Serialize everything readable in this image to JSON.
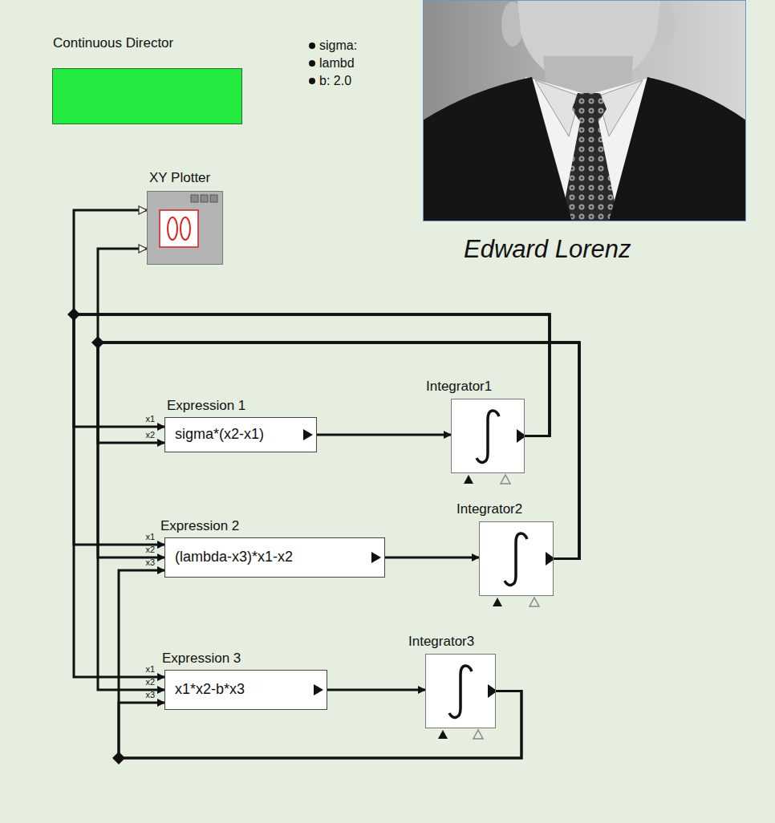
{
  "diagram": {
    "nodes": [
      {
        "text": [
          "Continuous Director"
        ]
      },
      {
        "text": [
          "Edward Lorenz"
        ]
      },
      {
        "text": [
          "XY Plotter"
        ]
      },
      {
        "text": [
          "Expression 1",
          "sigma*(x2-x1)"
        ]
      },
      {
        "text": [
          "Integrator1"
        ]
      },
      {
        "text": [
          "Expression 2",
          "(lambda-x3)*x1-x2"
        ]
      },
      {
        "text": [
          "Integrator2"
        ]
      },
      {
        "text": [
          "Expression 3",
          "x1*x2-b*x3"
        ]
      },
      {
        "text": [
          "Integrator3"
        ]
      }
    ],
    "edges": [
      {
        "from": 3,
        "to": 4,
        "arrow": "to"
      },
      {
        "from": 5,
        "to": 6,
        "arrow": "to"
      },
      {
        "from": 7,
        "to": 8,
        "arrow": "to"
      },
      {
        "from": 4,
        "to": 2,
        "arrow": "to"
      },
      {
        "from": 4,
        "to": 3,
        "arrow": "to"
      },
      {
        "from": 4,
        "to": 5,
        "arrow": "to"
      },
      {
        "from": 4,
        "to": 7,
        "arrow": "to"
      },
      {
        "from": 6,
        "to": 2,
        "arrow": "to"
      },
      {
        "from": 6,
        "to": 3,
        "arrow": "to"
      },
      {
        "from": 6,
        "to": 5,
        "arrow": "to"
      },
      {
        "from": 6,
        "to": 7,
        "arrow": "to"
      },
      {
        "from": 8,
        "to": 5,
        "arrow": "to"
      },
      {
        "from": 8,
        "to": 7,
        "arrow": "to"
      }
    ],
    "labels": [
      "sigma:",
      "lambd",
      "b: 2.0",
      "x1",
      "x2",
      "x1",
      "x2",
      "x3",
      "x1",
      "x2",
      "x3"
    ]
  }
}
